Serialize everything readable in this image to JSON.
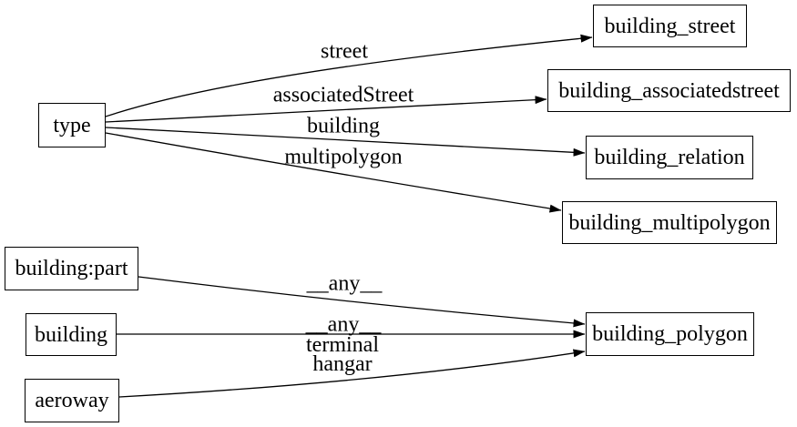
{
  "diagram": {
    "background_color": "#ffffff",
    "line_color": "#000000",
    "text_color": "#000000",
    "nodes": {
      "type": "type",
      "building_street": "building_street",
      "building_associatedstreet": "building_associatedstreet",
      "building_relation": "building_relation",
      "building_multipolygon": "building_multipolygon",
      "building_part": "building:part",
      "building": "building",
      "aeroway": "aeroway",
      "building_polygon": "building_polygon"
    },
    "edge_labels": {
      "street": "street",
      "associated_street": "associatedStreet",
      "building": "building",
      "multipolygon": "multipolygon",
      "any_from_building_part": "__any__",
      "any_from_building": "__any__",
      "terminal_hangar": "terminal\nhangar"
    },
    "edges": [
      {
        "from": "type",
        "to": "building_street",
        "label": "street"
      },
      {
        "from": "type",
        "to": "building_associatedstreet",
        "label": "associatedStreet"
      },
      {
        "from": "type",
        "to": "building_relation",
        "label": "building"
      },
      {
        "from": "type",
        "to": "building_multipolygon",
        "label": "multipolygon"
      },
      {
        "from": "building:part",
        "to": "building_polygon",
        "label": "__any__"
      },
      {
        "from": "building",
        "to": "building_polygon",
        "label": "__any__"
      },
      {
        "from": "aeroway",
        "to": "building_polygon",
        "label": "terminal hangar"
      }
    ]
  }
}
